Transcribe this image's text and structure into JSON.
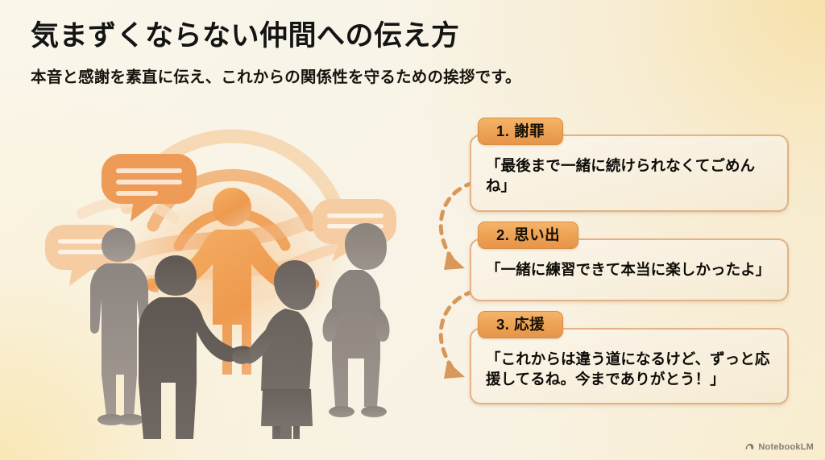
{
  "header": {
    "title": "気まずくならない仲間への伝え方",
    "subtitle": "本音と感謝を素直に伝え、これからの関係性を守るための挨拶です。"
  },
  "steps": [
    {
      "tab": "1. 謝罪",
      "text": "「最後まで一緒に続けられなくてごめんね」"
    },
    {
      "tab": "2. 思い出",
      "text": "「一緒に練習できて本当に楽しかったよ」"
    },
    {
      "tab": "3. 応援",
      "text": "「これからは違う道になるけど、ずっと応援してるね。今までありがとう！」"
    }
  ],
  "illustration": {
    "alt": "中央のオレンジ色の人物が両手を広げ、周囲の4人のシルエットに語りかけるイラスト。上部に吹き出しと電波アイコン。"
  },
  "watermark": {
    "label": "NotebookLM",
    "icon": "notebooklm-logo-icon"
  },
  "colors": {
    "accent": "#eda153",
    "accent_border": "#d98f45",
    "card_bg": "#fbf6ea",
    "card_border": "#e3b184",
    "background": "#f8f3e6",
    "text": "#141414",
    "figure_orange": "#ef9a4f",
    "figure_gray": "#6d6560"
  }
}
